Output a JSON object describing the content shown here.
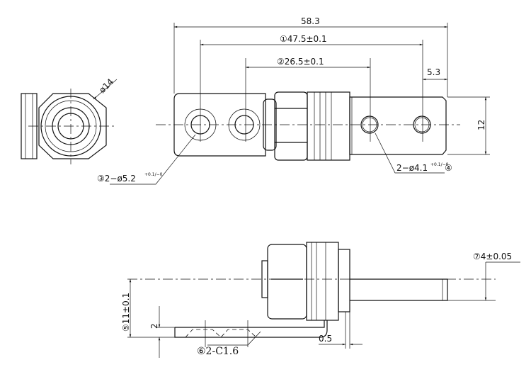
{
  "dimensions": {
    "overall_length": "58.3",
    "hole_pitch_outer": "①47.5±0.1",
    "hole_pitch_inner": "②26.5±0.1",
    "end_offset": "5.3",
    "bar_width": "12",
    "nut_diameter": "ø14",
    "large_holes": "③2−ø5.2",
    "large_holes_tol": "+0.1/−0",
    "small_holes": "2−ø4.1",
    "small_holes_tol": "+0.1/−0",
    "small_holes_ref": "④",
    "shaft_thickness": "⑦4±0.05",
    "height": "⑤11±0.1",
    "plate_thickness": "2",
    "chamfer": "⑥2-C1.6",
    "gap": "0.5"
  }
}
